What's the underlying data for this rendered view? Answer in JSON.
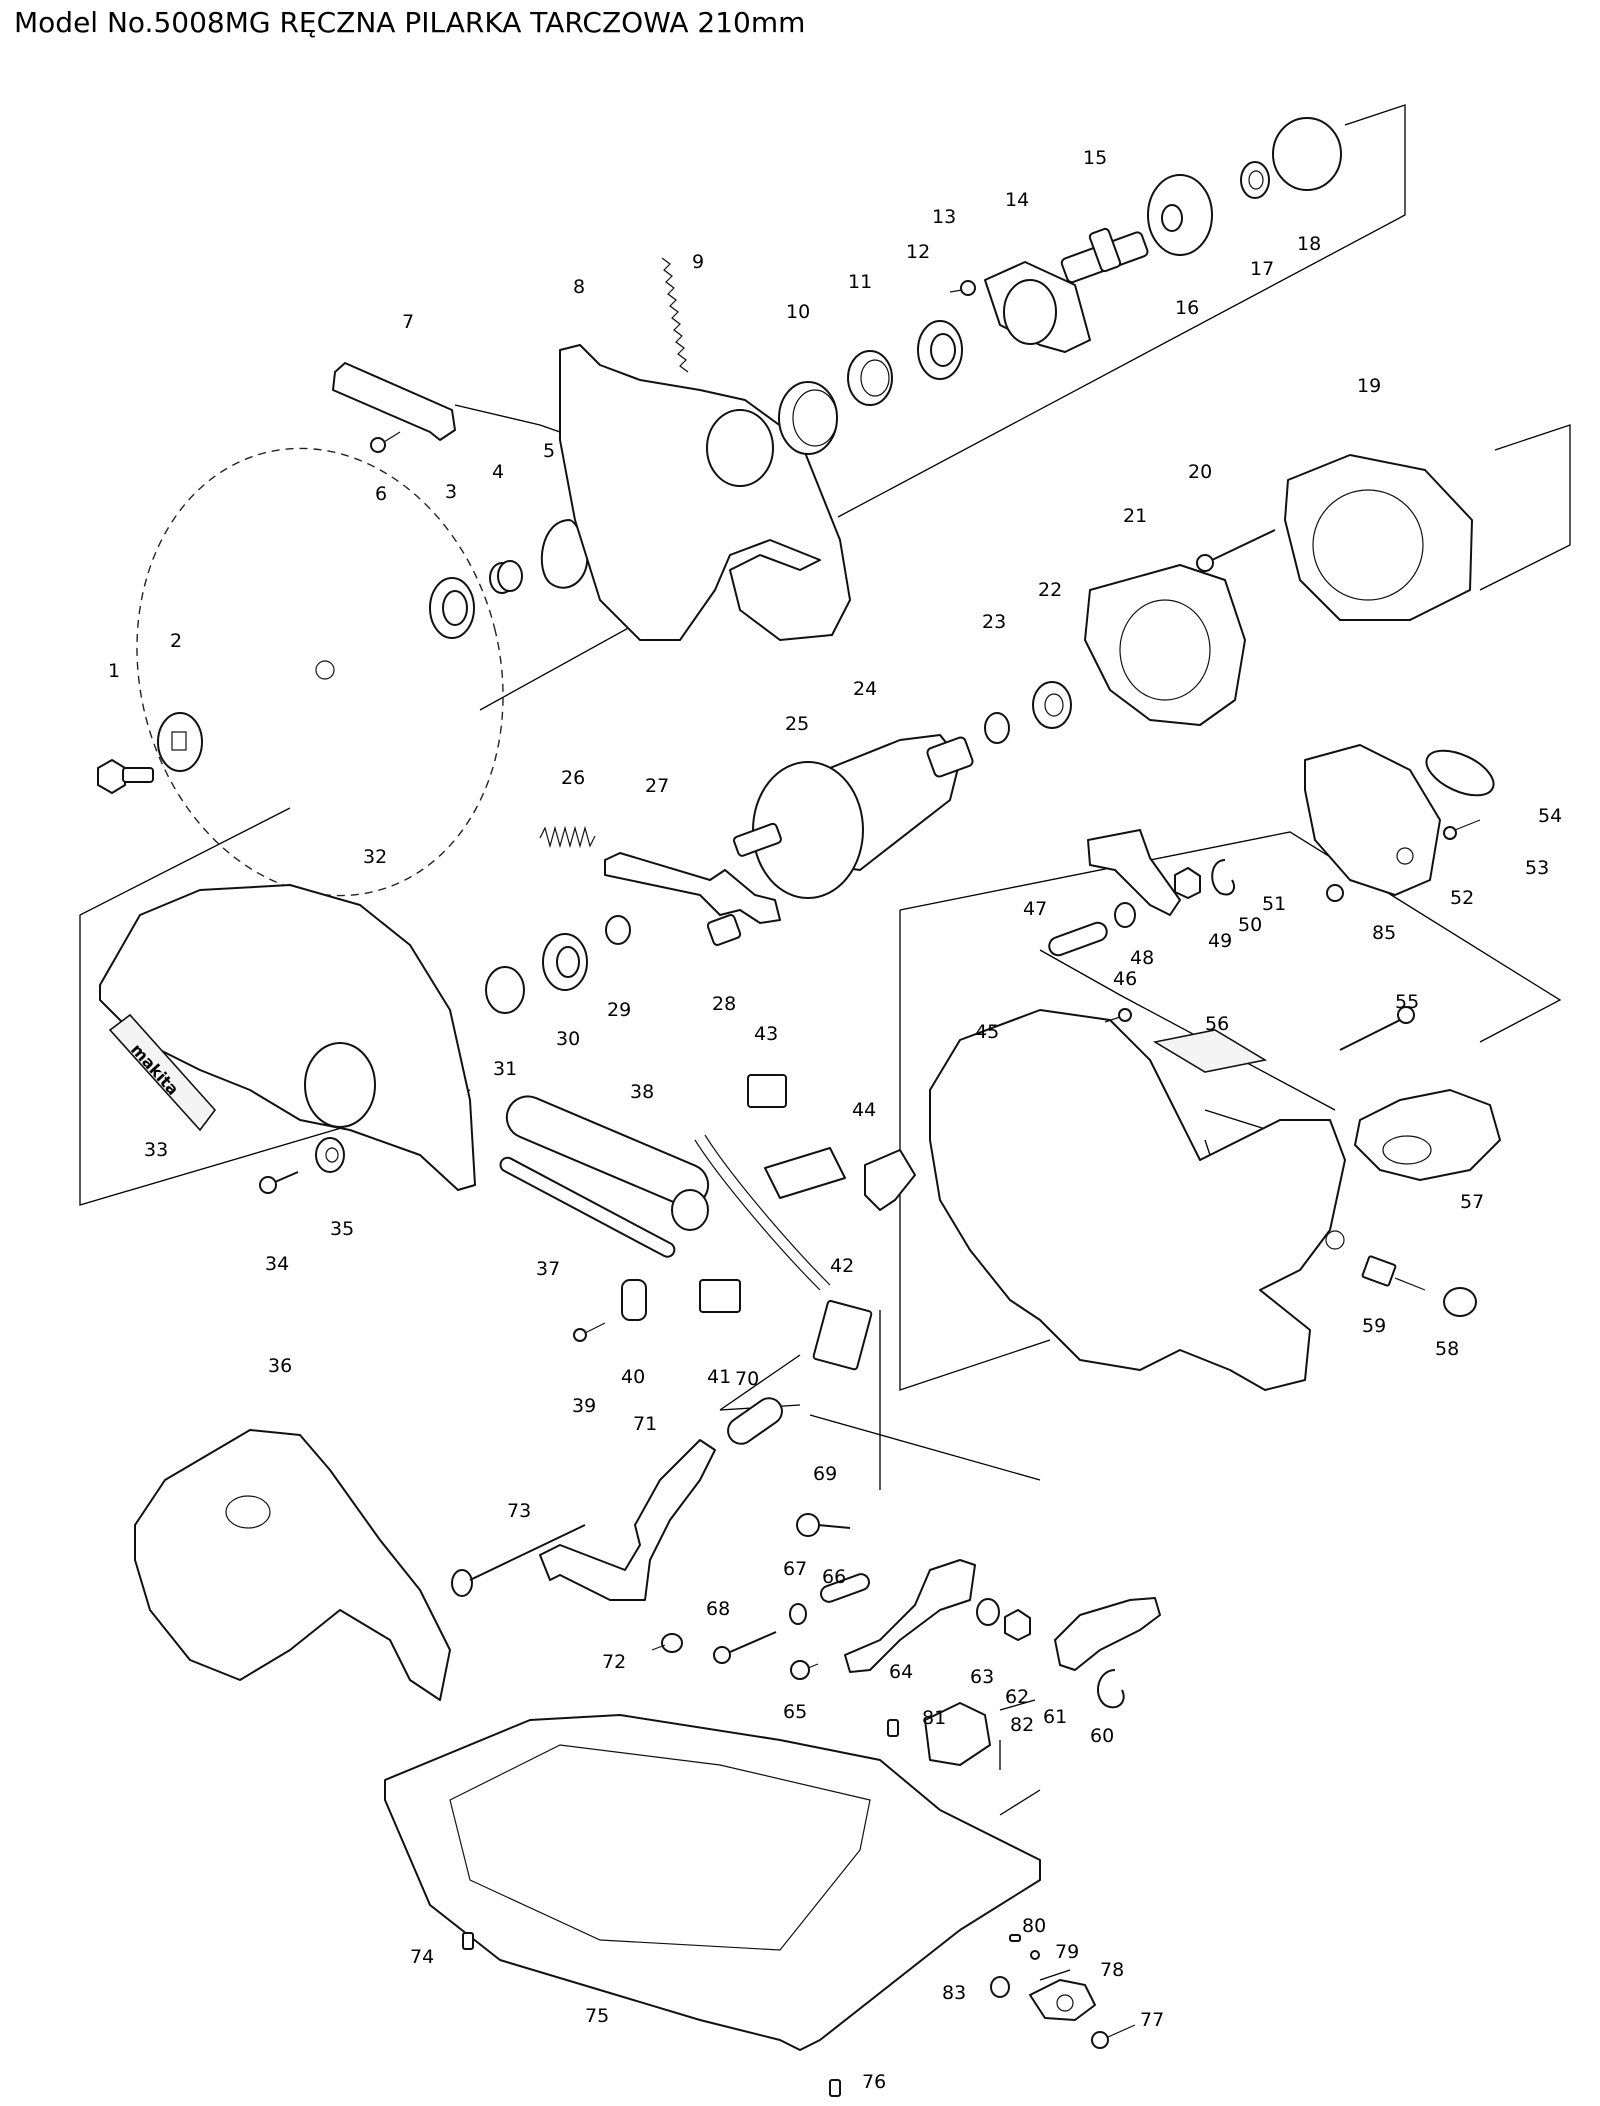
{
  "title": "Model No.5008MG RĘCZNA PILARKA TARCZOWA 210mm",
  "parts": [
    "1",
    "2",
    "3",
    "4",
    "5",
    "6",
    "7",
    "8",
    "9",
    "10",
    "11",
    "12",
    "13",
    "14",
    "15",
    "16",
    "17",
    "18",
    "19",
    "20",
    "21",
    "22",
    "23",
    "24",
    "25",
    "26",
    "27",
    "28",
    "29",
    "30",
    "31",
    "32",
    "33",
    "34",
    "35",
    "36",
    "37",
    "38",
    "39",
    "40",
    "41",
    "42",
    "43",
    "44",
    "45",
    "46",
    "47",
    "48",
    "49",
    "50",
    "51",
    "52",
    "53",
    "54",
    "55",
    "56",
    "57",
    "58",
    "59",
    "60",
    "61",
    "62",
    "63",
    "64",
    "65",
    "66",
    "67",
    "68",
    "69",
    "70",
    "71",
    "72",
    "73",
    "74",
    "75",
    "76",
    "77",
    "78",
    "79",
    "80",
    "81",
    "82",
    "83",
    "85"
  ],
  "logo_text": "makita"
}
